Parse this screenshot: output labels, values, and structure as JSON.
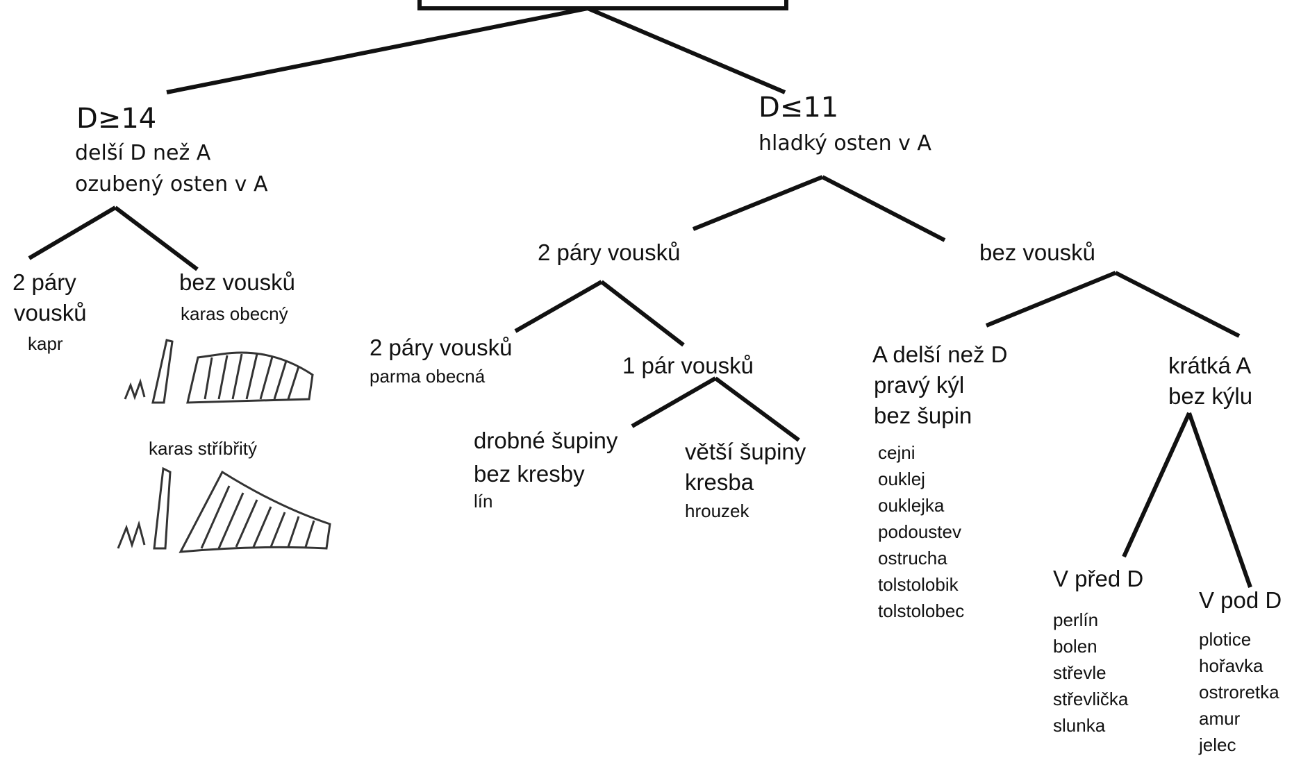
{
  "left_branch": {
    "heading": "D≥14",
    "line1": "delší D než A",
    "line2": "ozubený osten v A",
    "left_leaf": {
      "label_line1": "2 páry",
      "label_line2": "vousků",
      "species": "kapr"
    },
    "right_leaf": {
      "label": "bez vousků",
      "species": "karas obecný"
    },
    "sketch_caption": "karas stříbřitý"
  },
  "right_branch": {
    "heading": "D≤11",
    "line1": "hladký osten v A",
    "barbels_node": {
      "label": "2 páry vousků",
      "two_pairs": {
        "label": "2 páry vousků",
        "species": "parma obecná"
      },
      "one_pair": {
        "label": "1 pár vousků",
        "small_scales": {
          "line1": "drobné šupiny",
          "line2": "bez kresby",
          "species": "lín"
        },
        "large_scales": {
          "line1": "větší šupiny",
          "line2": "kresba",
          "species": "hrouzek"
        }
      }
    },
    "no_barbels_node": {
      "label": "bez vousků",
      "long_anal": {
        "line1": "A delší než D",
        "line2": "pravý kýl",
        "line3": "bez šupin",
        "species": [
          "cejni",
          "ouklej",
          "ouklejka",
          "podoustev",
          "ostrucha",
          "tolstolobik",
          "tolstolobec"
        ]
      },
      "short_anal": {
        "line1": "krátká A",
        "line2": "bez kýlu",
        "v_before_d": {
          "label": "V před D",
          "species": [
            "perlín",
            "bolen",
            "střevle",
            "střevlička",
            "slunka"
          ]
        },
        "v_under_d": {
          "label": "V pod D",
          "species": [
            "plotice",
            "hořavka",
            "ostroretka",
            "amur",
            "jelec"
          ]
        }
      }
    }
  }
}
